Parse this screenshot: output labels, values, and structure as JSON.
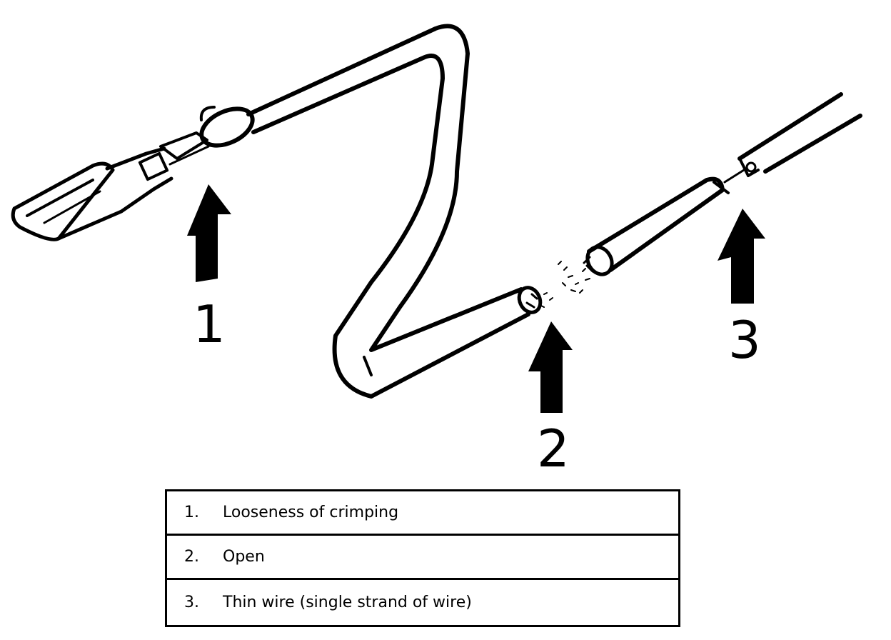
{
  "callouts": [
    {
      "number": "1"
    },
    {
      "number": "2"
    },
    {
      "number": "3"
    }
  ],
  "legend": [
    {
      "num": "1.",
      "text": "Looseness of crimping"
    },
    {
      "num": "2.",
      "text": "Open"
    },
    {
      "num": "3.",
      "text": "Thin wire (single strand of wire)"
    }
  ]
}
